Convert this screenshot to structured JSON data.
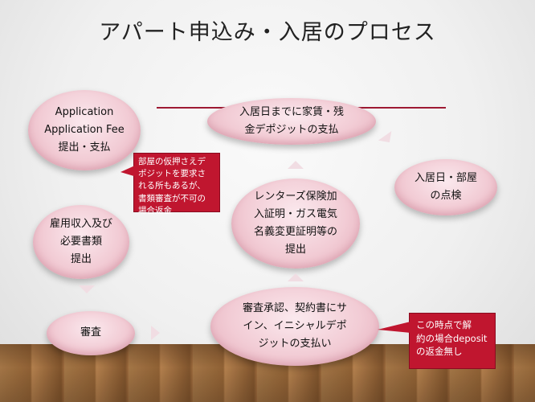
{
  "title": "アパート申込み・入居のプロセス",
  "steps": {
    "application": {
      "line1": "Application",
      "line2": "Application Fee",
      "line3": "提出・支払"
    },
    "documents": {
      "line1": "雇用収入及び",
      "line2": "必要書類",
      "line3": "提出"
    },
    "review": {
      "line1": "審査"
    },
    "approval": {
      "line1": "審査承認、契約書にサ",
      "line2": "イン、イニシャルデポ",
      "line3": "ジットの支払い"
    },
    "insurance": {
      "line1": "レンターズ保険加",
      "line2": "入証明・ガス電気",
      "line3": "名義変更証明等の",
      "line4": "提出"
    },
    "payment": {
      "line1": "入居日までに家賃・残",
      "line2": "金デポジットの支払"
    },
    "inspection": {
      "line1": "入居日・部屋",
      "line2": "の点検"
    }
  },
  "notes": {
    "hold": {
      "line1": "部屋の仮押さえデ",
      "line2": "ポジットを要求さ",
      "line3": "れる所もあるが、",
      "line4": "書類審査が不可の",
      "line5": "場合返金"
    },
    "deposit": {
      "line1": "この時点で解",
      "line2": "約の場合deposit",
      "line3": "の返金無し"
    }
  },
  "colors": {
    "accent": "#c0162f",
    "oval": "#f2ccd5",
    "line": "#9e1a33"
  }
}
